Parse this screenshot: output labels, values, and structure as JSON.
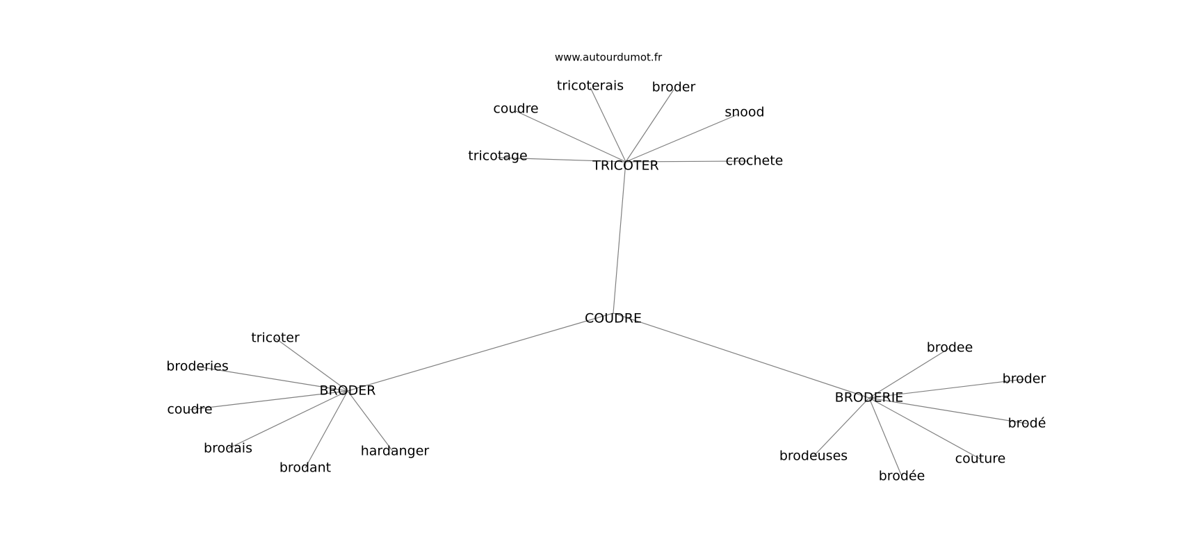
{
  "watermark": "www.autourdumot.fr",
  "graph": {
    "root": "COUDRE",
    "hubs": [
      {
        "id": "tricoter",
        "label": "TRICOTER",
        "leaves": [
          "tricotage",
          "coudre",
          "tricoterais",
          "broder",
          "snood",
          "crochete"
        ]
      },
      {
        "id": "broder",
        "label": "BRODER",
        "leaves": [
          "tricoter",
          "broderies",
          "coudre",
          "brodais",
          "brodant",
          "hardanger"
        ]
      },
      {
        "id": "broderie",
        "label": "BRODERIE",
        "leaves": [
          "brodee",
          "broder",
          "brodé",
          "couture",
          "brodée",
          "brodeuses"
        ]
      }
    ]
  }
}
